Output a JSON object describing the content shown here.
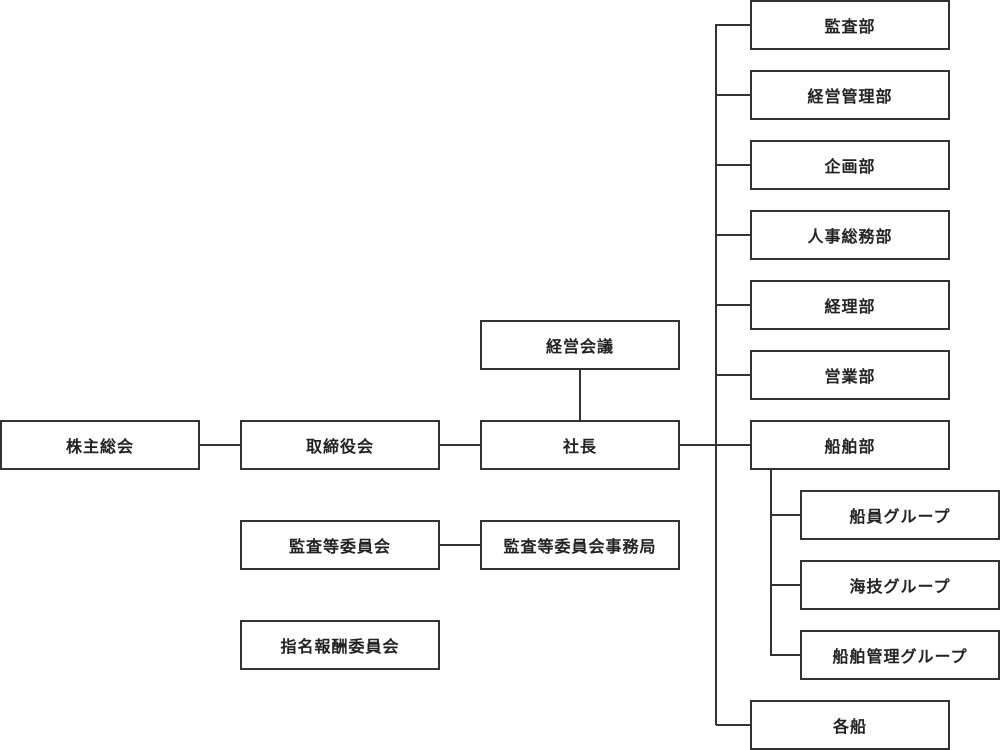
{
  "org": {
    "shareholders": "株主総会",
    "board": "取締役会",
    "president": "社長",
    "management_meeting": "経営会議",
    "audit_committee": "監査等委員会",
    "audit_committee_office": "監査等委員会事務局",
    "nomination_committee": "指名報酬委員会",
    "departments": {
      "audit": "監査部",
      "management_admin": "経営管理部",
      "planning": "企画部",
      "hr_general": "人事総務部",
      "accounting": "経理部",
      "sales": "営業部",
      "ship_dept": "船舶部",
      "vessels": "各船"
    },
    "ship_groups": {
      "crew": "船員グループ",
      "marine_tech": "海技グループ",
      "ship_management": "船舶管理グループ"
    }
  }
}
